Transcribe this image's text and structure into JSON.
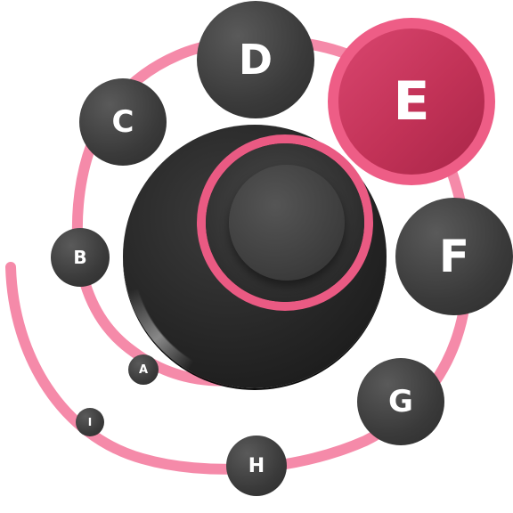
{
  "dial": {
    "selected": "E",
    "positions": [
      {
        "key": "a",
        "label": "A"
      },
      {
        "key": "b",
        "label": "B"
      },
      {
        "key": "c",
        "label": "C"
      },
      {
        "key": "d",
        "label": "D"
      },
      {
        "key": "e",
        "label": "E"
      },
      {
        "key": "f",
        "label": "F"
      },
      {
        "key": "g",
        "label": "G"
      },
      {
        "key": "h",
        "label": "H"
      },
      {
        "key": "i",
        "label": "I"
      }
    ]
  },
  "colors": {
    "accent": "#ea5a83",
    "track": "#f58aa9",
    "button_dark": "#3a3a3a",
    "selected_fill": "#c23257",
    "text": "#ffffff"
  }
}
